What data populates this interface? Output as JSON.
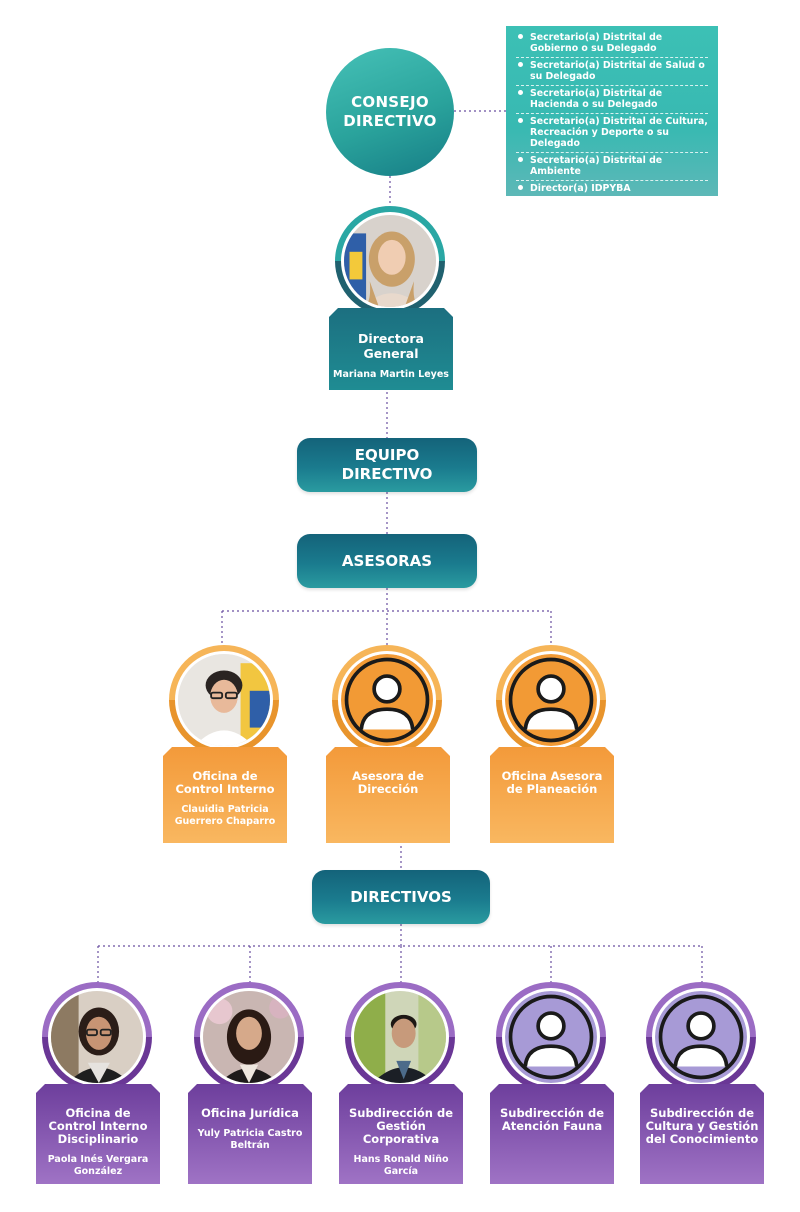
{
  "consejo": {
    "line1": "CONSEJO",
    "line2": "DIRECTIVO"
  },
  "members": [
    "Secretario(a) Distrital de Gobierno o su Delegado",
    "Secretario(a) Distrital de Salud o su Delegado",
    "Secretario(a) Distrital de Hacienda o su Delegado",
    "Secretario(a) Distrital de Cultura, Recreación y Deporte o su Delegado",
    "Secretario(a) Distrital de Ambiente",
    "Director(a) IDPYBA"
  ],
  "directora": {
    "title": "Directora General",
    "name": "Mariana Martin Leyes"
  },
  "equipo": {
    "line1": "EQUIPO",
    "line2": "DIRECTIVO"
  },
  "asesoras_label": "ASESORAS",
  "asesoras": [
    {
      "title": "Oficina de Control Interno",
      "name": "Clauidia Patricia Guerrero Chaparro",
      "avatar": "photo"
    },
    {
      "title": "Asesora de Dirección",
      "name": "",
      "avatar": "placeholder"
    },
    {
      "title": "Oficina Asesora de Planeación",
      "name": "",
      "avatar": "placeholder"
    }
  ],
  "directivos_label": "DIRECTIVOS",
  "directivos": [
    {
      "title": "Oficina de Control Interno Disciplinario",
      "name": "Paola Inés Vergara González",
      "avatar": "photo"
    },
    {
      "title": "Oficina Jurídica",
      "name": "Yuly Patricia Castro Beltrán",
      "avatar": "photo"
    },
    {
      "title": "Subdirección de Gestión Corporativa",
      "name": "Hans Ronald Niño García",
      "avatar": "photo"
    },
    {
      "title": "Subdirección de Atención Fauna",
      "name": "",
      "avatar": "placeholder"
    },
    {
      "title": "Subdirección de Cultura y Gestión del Conocimiento",
      "name": "",
      "avatar": "placeholder"
    }
  ],
  "colors": {
    "teal": "#1f8c93",
    "orange": "#f39a3a",
    "purple": "#7b4aa9",
    "members_bg": "#3cc0b5"
  }
}
